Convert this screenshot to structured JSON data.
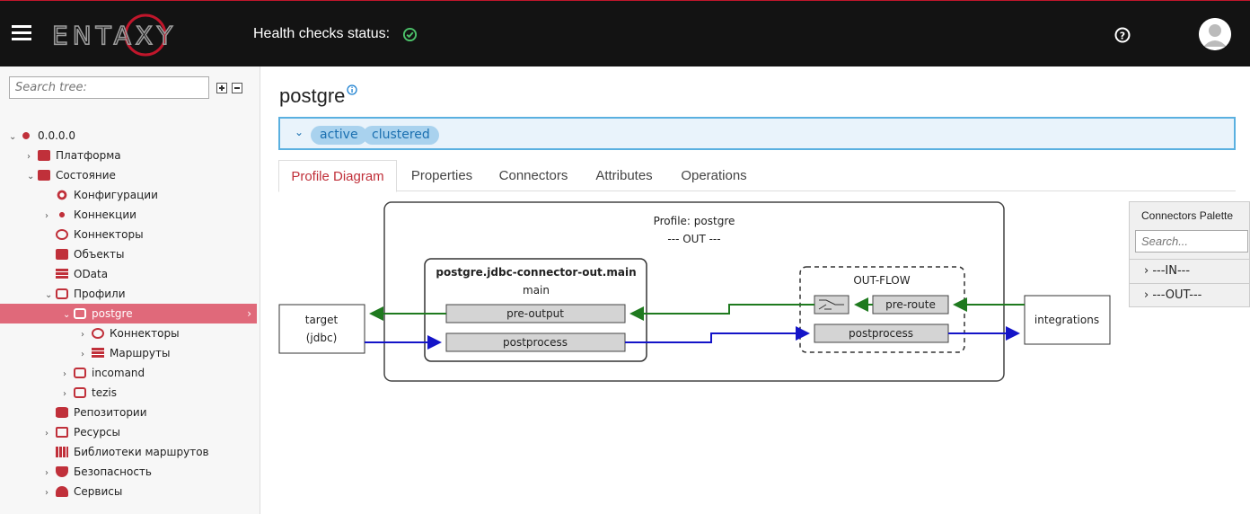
{
  "header": {
    "logo_text": "ENTAXY",
    "health_label": "Health checks status:",
    "health_icon": "check-circle-icon",
    "help_icon": "question-circle-icon",
    "avatar_icon": "user-avatar-icon"
  },
  "sidebar": {
    "search_placeholder": "Search tree:",
    "items": [
      {
        "label": "0.0.0.0",
        "arrow": "⌄"
      },
      {
        "label": "Платформа",
        "arrow": "›"
      },
      {
        "label": "Состояние",
        "arrow": "⌄"
      },
      {
        "label": "Конфигурации",
        "arrow": ""
      },
      {
        "label": "Коннекции",
        "arrow": "›"
      },
      {
        "label": "Коннекторы",
        "arrow": ""
      },
      {
        "label": "Объекты",
        "arrow": ""
      },
      {
        "label": "OData",
        "arrow": ""
      },
      {
        "label": "Профили",
        "arrow": "⌄"
      },
      {
        "label": "postgre",
        "arrow": "⌄"
      },
      {
        "label": "Коннекторы",
        "arrow": "›"
      },
      {
        "label": "Маршруты",
        "arrow": "›"
      },
      {
        "label": "incomand",
        "arrow": "›"
      },
      {
        "label": "tezis",
        "arrow": "›"
      },
      {
        "label": "Репозитории",
        "arrow": ""
      },
      {
        "label": "Ресурсы",
        "arrow": "›"
      },
      {
        "label": "Библиотеки маршрутов",
        "arrow": ""
      },
      {
        "label": "Безопасность",
        "arrow": "›"
      },
      {
        "label": "Сервисы",
        "arrow": "›"
      }
    ]
  },
  "main": {
    "title": "postgre",
    "badges": [
      "active",
      "clustered"
    ],
    "tabs": [
      "Profile Diagram",
      "Properties",
      "Connectors",
      "Attributes",
      "Operations"
    ]
  },
  "diagram": {
    "profile_title": "Profile: postgre",
    "profile_sub": "--- OUT ---",
    "target_line1": "target",
    "target_line2": "(jdbc)",
    "connector_title": "postgre.jdbc-connector-out.main",
    "connector_sub": "main",
    "pre_output": "pre-output",
    "postprocess": "postprocess",
    "outflow_title": "OUT-FLOW",
    "pre_route": "pre-route",
    "outflow_postprocess": "postprocess",
    "integrations": "integrations",
    "colors": {
      "in_arrow": "#1f7a1f",
      "out_arrow": "#1414c8"
    }
  },
  "palette": {
    "title": "Connectors Palette",
    "search_placeholder": "Search...",
    "groups": [
      "---IN---",
      "---OUT---"
    ]
  }
}
